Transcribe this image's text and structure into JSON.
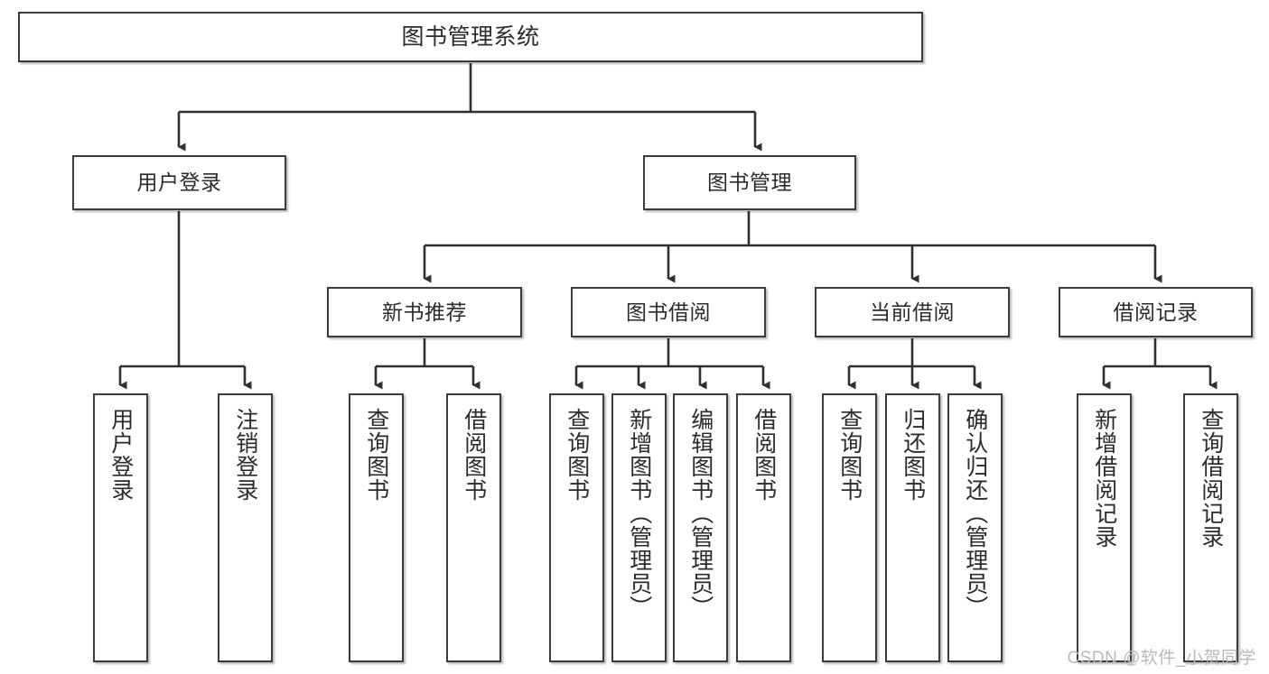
{
  "diagram": {
    "title": "图书管理系统",
    "type": "tree",
    "watermark": "CSDN @软件_小贺同学",
    "line_color": "#3b3b3b",
    "box_border_color": "#3b3b3b",
    "text_color": "#2b2b2b",
    "background": "#ffffff"
  },
  "nodes": {
    "root": {
      "label": "图书管理系统"
    },
    "level1": [
      {
        "label": "用户登录"
      },
      {
        "label": "图书管理"
      }
    ],
    "level2": [
      {
        "label": "新书推荐"
      },
      {
        "label": "图书借阅"
      },
      {
        "label": "当前借阅"
      },
      {
        "label": "借阅记录"
      }
    ],
    "leaves": {
      "user_login": [
        {
          "label": "用户登录"
        },
        {
          "label": "注销登录"
        }
      ],
      "new_book_recommend": [
        {
          "label": "查询图书"
        },
        {
          "label": "借阅图书"
        }
      ],
      "book_borrow": [
        {
          "label": "查询图书"
        },
        {
          "label": "新增图书（管理员）"
        },
        {
          "label": "编辑图书（管理员）"
        },
        {
          "label": "借阅图书"
        }
      ],
      "current_borrow": [
        {
          "label": "查询图书"
        },
        {
          "label": "归还图书"
        },
        {
          "label": "确认归还（管理员）"
        }
      ],
      "borrow_record": [
        {
          "label": "新增借阅记录"
        },
        {
          "label": "查询借阅记录"
        }
      ]
    }
  }
}
